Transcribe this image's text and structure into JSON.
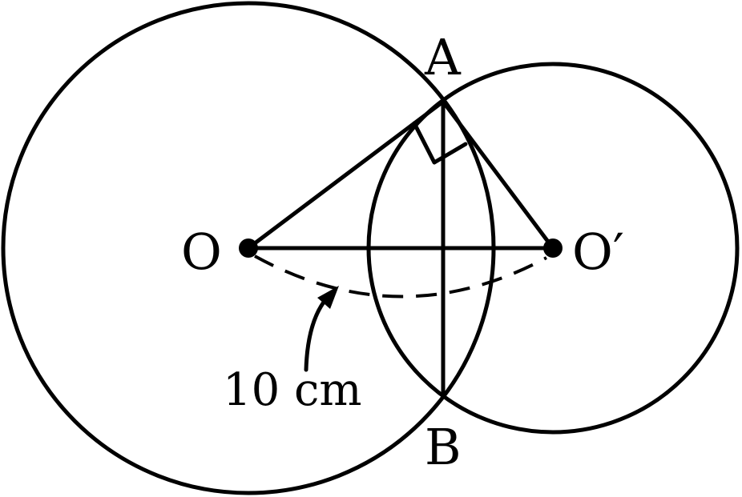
{
  "labels": {
    "A": "A",
    "B": "B",
    "O": "O",
    "O_prime": "O′",
    "distance": "10 cm"
  },
  "colors": {
    "ink": "#000000",
    "background": "#ffffff"
  }
}
